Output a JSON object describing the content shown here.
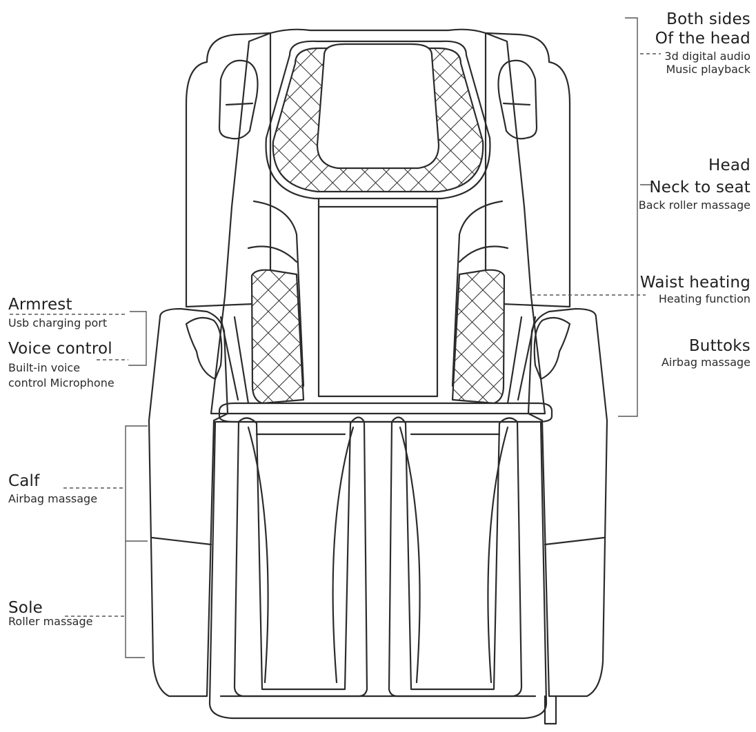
{
  "callouts": {
    "head_sides": {
      "title1": "Both sides",
      "title2": "Of the head",
      "sub1": "3d digital audio",
      "sub2": "Music playback"
    },
    "head_neck": {
      "title1": "Head",
      "title2": "Neck to seat",
      "sub1": "Back roller massage"
    },
    "waist": {
      "title1": "Waist heating",
      "sub1": "Heating function"
    },
    "buttocks": {
      "title1": "Buttoks",
      "sub1": "Airbag massage"
    },
    "armrest": {
      "title1": "Armrest",
      "sub1": "Usb charging port"
    },
    "voice": {
      "title1": "Voice control",
      "sub1": "Built-in voice",
      "sub2": "control Microphone"
    },
    "calf": {
      "title1": "Calf",
      "sub1": "Airbag massage"
    },
    "sole": {
      "title1": "Sole",
      "sub1": "Roller massage"
    }
  },
  "colors": {
    "line": "#2b2b2b",
    "leader": "#555555",
    "text": "#1f1f1f"
  }
}
